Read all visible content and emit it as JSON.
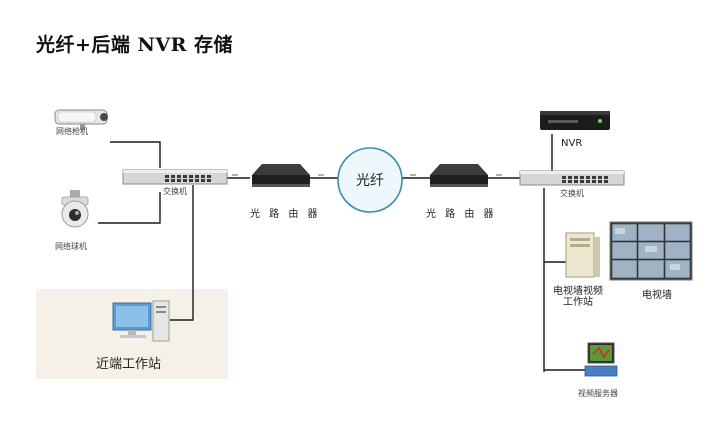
{
  "title": "光纤+后端 NVR 存储",
  "labels": {
    "bullet_camera": "网络枪机",
    "dome_camera": "网络球机",
    "switch_left": "交换机",
    "switch_right": "交换机",
    "router_left": "光 路 由 器",
    "router_right": "光 路 由 器",
    "fiber": "光纤",
    "nvr": "NVR",
    "near_workstation": "近端工作站",
    "tv_wall_workstation_line1": "电视墙视频",
    "tv_wall_workstation_line2": "工作站",
    "tv_wall": "电视墙",
    "video_server": "视频服务器"
  },
  "colors": {
    "line": "#1a1a1a",
    "fiber_fill": "#eef7fb",
    "fiber_stroke": "#3a8fb0",
    "panel": "#f5f1e8"
  }
}
